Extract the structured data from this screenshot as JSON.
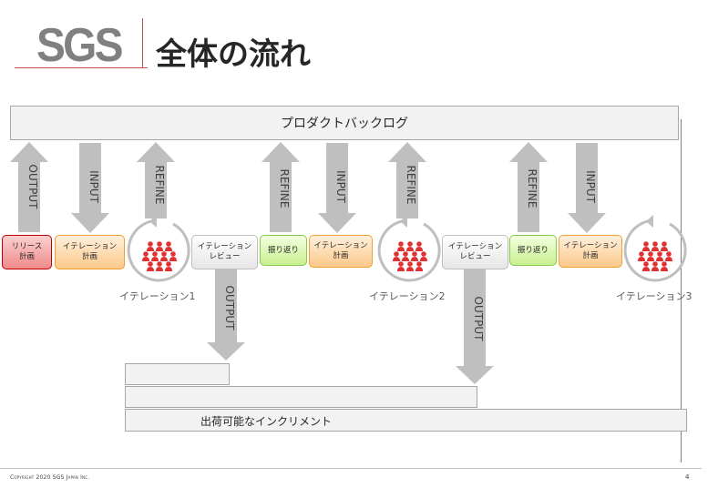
{
  "header": {
    "logo": "SGS",
    "title": "全体の流れ"
  },
  "backlog": {
    "label": "プロダクトバックログ"
  },
  "arrows": {
    "output": "OUTPUT",
    "input": "INPUT",
    "refine": "REFINE"
  },
  "boxes": {
    "release_plan": "リリース\n計画",
    "iteration_plan": "イテレーション\n計画",
    "iteration_review": "イテレーション\nレビュー",
    "retrospective": "振り返り"
  },
  "iterations": [
    "イテレーション1",
    "イテレーション2",
    "イテレーション3"
  ],
  "increment": {
    "label": "出荷可能なインクリメント"
  },
  "footer": {
    "copyright": "Copyright 2020 SGS Japan Inc.",
    "page_number": "4"
  },
  "colors": {
    "arrow": "#bfbfbf",
    "people": "#e03030",
    "accent_rule": "#c0504d"
  }
}
